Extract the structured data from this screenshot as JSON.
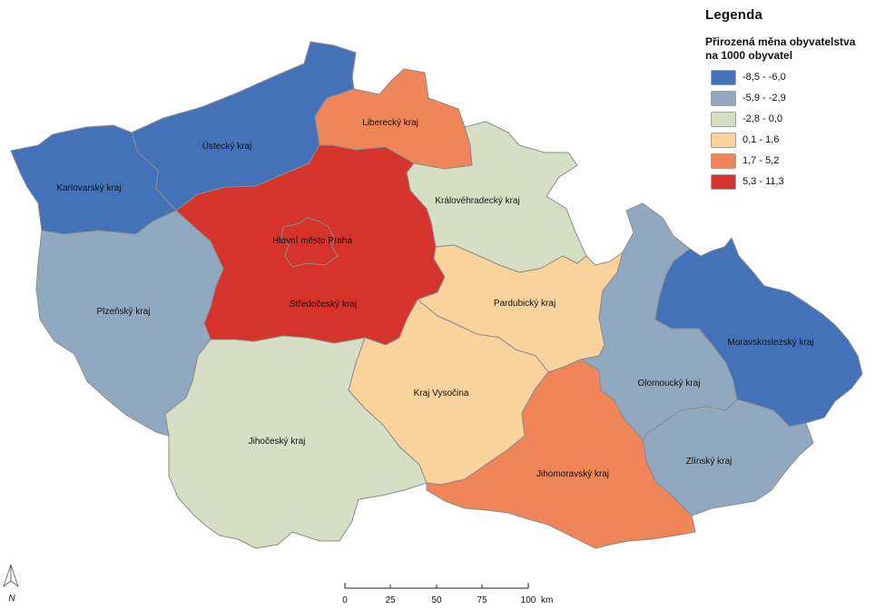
{
  "legend": {
    "title": "Legenda",
    "subtitle_line1": "Přirozená měna obyvatelstva",
    "subtitle_line2": "na 1000 obyvatel",
    "classes": [
      {
        "label": "-8,5 - -6,0",
        "color": "#4472b8"
      },
      {
        "label": "-5,9 - -2,9",
        "color": "#91a8c1"
      },
      {
        "label": "-2,8 - 0,0",
        "color": "#d6dfc3"
      },
      {
        "label": "0,1 - 1,6",
        "color": "#fad29c"
      },
      {
        "label": "1,7 - 5,2",
        "color": "#ef8558"
      },
      {
        "label": "5,3 - 11,3",
        "color": "#d6332c"
      }
    ]
  },
  "regions": [
    {
      "name": "Ústecký kraj",
      "class": 0
    },
    {
      "name": "Karlovarský kraj",
      "class": 0
    },
    {
      "name": "Liberecký kraj",
      "class": 4
    },
    {
      "name": "Královéhradecký kraj",
      "class": 2
    },
    {
      "name": "Hlavní město Praha",
      "class": 5
    },
    {
      "name": "Středočeský kraj",
      "class": 5
    },
    {
      "name": "Plzeňský kraj",
      "class": 1
    },
    {
      "name": "Pardubický kraj",
      "class": 3
    },
    {
      "name": "Kraj Vysočina",
      "class": 3
    },
    {
      "name": "Jihočeský kraj",
      "class": 2
    },
    {
      "name": "Jihomoravský kraj",
      "class": 4
    },
    {
      "name": "Olomoucký kraj",
      "class": 1
    },
    {
      "name": "Moravskoslezský kraj",
      "class": 0
    },
    {
      "name": "Zlínský kraj",
      "class": 1
    }
  ],
  "scale_bar": {
    "ticks": [
      "0",
      "25",
      "50",
      "75",
      "100"
    ],
    "unit": "km"
  },
  "north_arrow": {
    "label": "N"
  }
}
